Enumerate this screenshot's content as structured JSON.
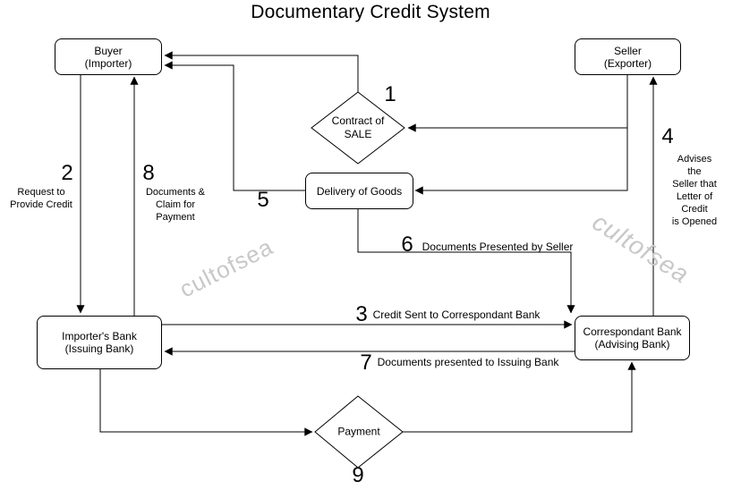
{
  "title": "Documentary Credit System",
  "watermark_text": "cultofsea",
  "colors": {
    "background": "#ffffff",
    "line": "#000000",
    "watermark": "#c8c8c8"
  },
  "nodes": {
    "buyer": "Buyer\n(Importer)",
    "seller": "Seller\n(Exporter)",
    "contract_of_sale": "Contract of\nSALE",
    "delivery_of_goods": "Delivery of Goods",
    "importers_bank": "Importer's Bank\n(Issuing Bank)",
    "correspondant_bank": "Correspondant Bank\n(Advising Bank)",
    "payment": "Payment"
  },
  "flows": {
    "f1": {
      "number": "1",
      "label": ""
    },
    "f2": {
      "number": "2",
      "label": "Request to\nProvide Credit"
    },
    "f3": {
      "number": "3",
      "label": "Credit Sent to Correspondant Bank"
    },
    "f4": {
      "number": "4",
      "label": "Advises the\nSeller that\nLetter of Credit\nis Opened"
    },
    "f5": {
      "number": "5",
      "label": ""
    },
    "f6": {
      "number": "6",
      "label": "Documents Presented by Seller"
    },
    "f7": {
      "number": "7",
      "label": "Documents presented to Issuing Bank"
    },
    "f8": {
      "number": "8",
      "label": "Documents &\nClaim for\nPayment"
    },
    "f9": {
      "number": "9",
      "label": ""
    }
  }
}
